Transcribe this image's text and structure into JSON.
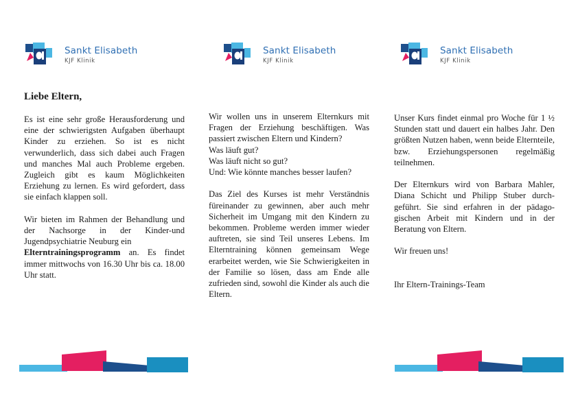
{
  "logo": {
    "brand": "Sankt Elisabeth",
    "sub": "KJF Klinik"
  },
  "colors": {
    "brand_blue": "#2f6fb3",
    "magenta": "#e41f61",
    "cyan": "#4bb7e3",
    "teal": "#1a8fc0",
    "navy": "#1d4f8c"
  },
  "col1": {
    "heading": "Liebe Eltern,",
    "p1": "Es ist eine sehr große Herausforderung und eine der schwierigsten Aufgaben überhaupt Kinder zu erziehen. So ist es nicht verwunderlich, dass sich dabei auch Fragen und manches Mal auch Probleme ergeben. Zugleich gibt es kaum Mög­lichkeiten Erziehung zu lernen. Es wird gefordert, dass sie einfach klappen soll.",
    "p2_start": "Wir bieten im Rahmen der Behandlung und der Nachsorge in der Kinder-und Jugendpsychiatrie Neuburg ein",
    "p2_bold": "Elterntrainingsprogramm",
    "p2_end": " an. Es findet immer mittwochs von 16.30 Uhr bis ca. 18.00 Uhr statt."
  },
  "col2": {
    "p1": "Wir wollen uns in unserem Elternkurs mit Fragen der Erziehung beschäftigen. Was passiert zwischen Eltern und Kin­dern?",
    "q1": "Was läuft gut?",
    "q2": "Was läuft nicht so gut?",
    "q3": "Und: Wie könnte manches besser laufen?",
    "p2": "Das Ziel des Kurses ist mehr Verständnis füreinander zu gewinnen, aber auch mehr Sicherheit im Umgang mit den Kindern zu bekommen. Probleme werden immer wieder auftreten, sie sind Teil unseres Lebens. Im Elterntraining können ge­meinsam Wege erarbeitet werden, wie Sie Schwierigkeiten in der Familie so lösen, dass am Ende alle zufrieden sind, sowohl die Kinder als auch die Eltern."
  },
  "col3": {
    "p1": "Unser Kurs findet einmal pro Woche für 1 ½ Stunden statt und dauert ein halbes Jahr. Den größten Nutzen haben, wenn beide Elternteile, bzw. Erziehungsperso­nen regelmäßig teilnehmen.",
    "p2": "Der Elternkurs wird von Barbara Mahler, Diana Schicht und Philipp Stuber durch­geführt. Sie sind erfahren in der pädago­gischen Arbeit mit Kindern und in der Beratung von Eltern.",
    "p3": "Wir freuen uns!",
    "p4": "Ihr Eltern-Trainings-Team"
  }
}
